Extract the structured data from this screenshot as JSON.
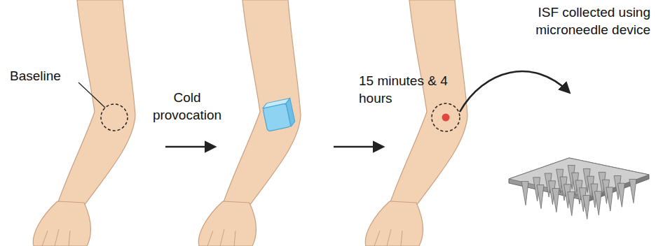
{
  "diagram": {
    "labels": [
      "Baseline",
      "Cold provocation",
      "15 minutes & 4 hours",
      "ISF collected using microneedle device"
    ]
  }
}
